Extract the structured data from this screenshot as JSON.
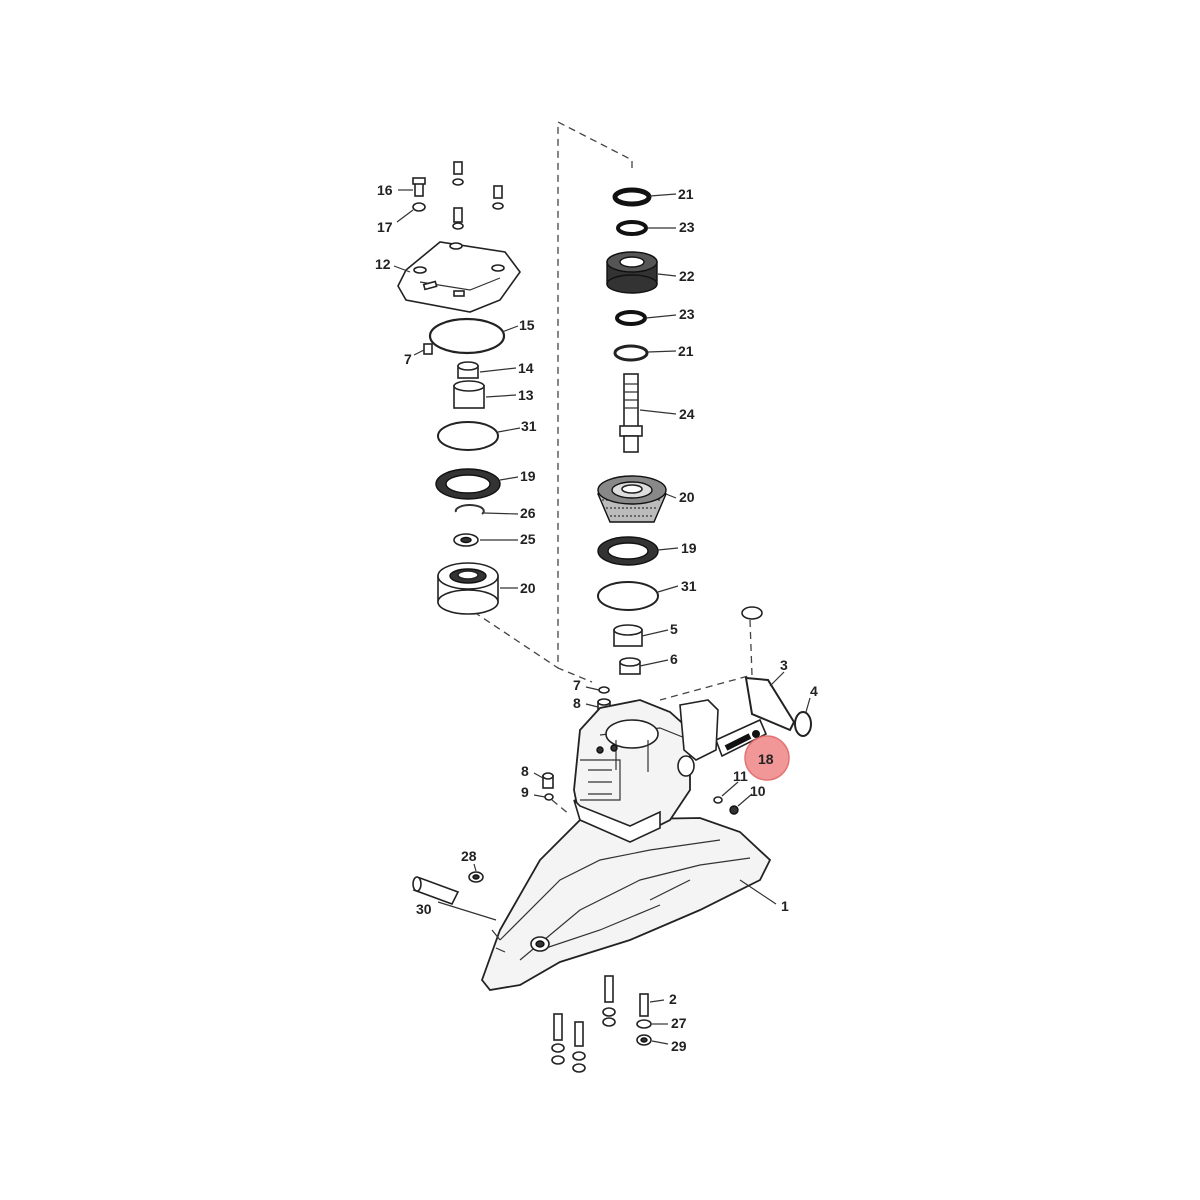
{
  "diagram": {
    "highlight_color": "#f08c8c",
    "callouts": {
      "c1": "1",
      "c2": "2",
      "c3": "3",
      "c4": "4",
      "c5": "5",
      "c6": "6",
      "c7a": "7",
      "c7b": "7",
      "c8a": "8",
      "c8b": "8",
      "c9": "9",
      "c10": "10",
      "c11": "11",
      "c12": "12",
      "c13": "13",
      "c14": "14",
      "c15": "15",
      "c16": "16",
      "c17": "17",
      "c18": "18",
      "c19a": "19",
      "c19b": "19",
      "c20a": "20",
      "c20b": "20",
      "c21a": "21",
      "c21b": "21",
      "c22": "22",
      "c23a": "23",
      "c23b": "23",
      "c24": "24",
      "c25": "25",
      "c26": "26",
      "c27": "27",
      "c28": "28",
      "c29": "29",
      "c30": "30",
      "c31a": "31",
      "c31b": "31"
    }
  }
}
